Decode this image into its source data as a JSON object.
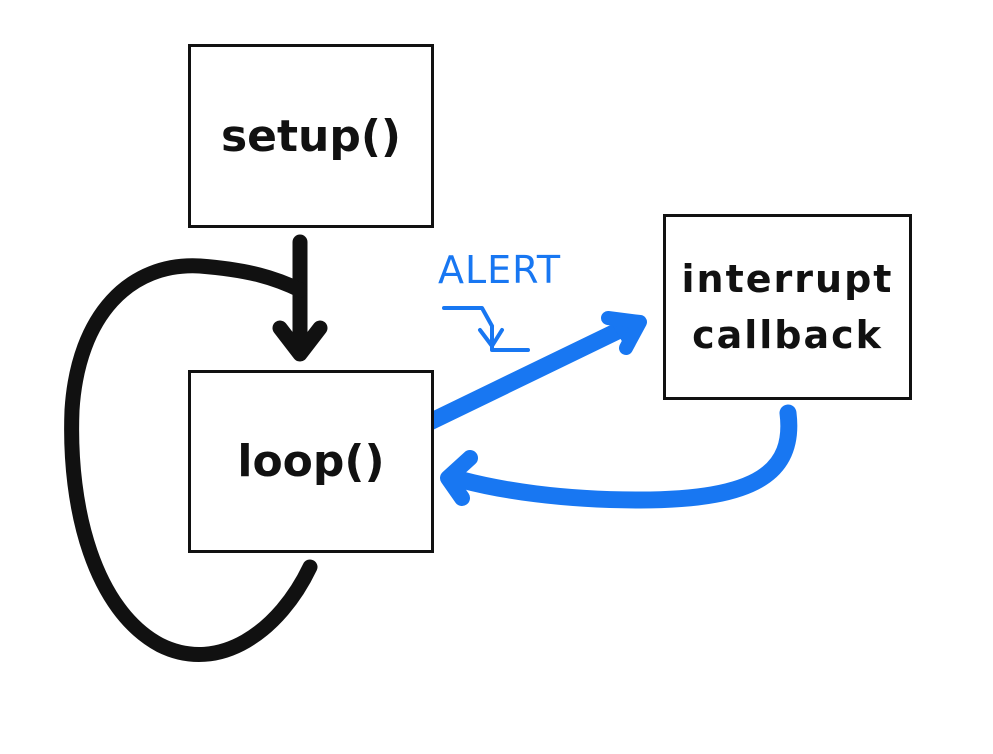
{
  "colors": {
    "ink": "#111111",
    "accent": "#1877F2",
    "background": "#ffffff"
  },
  "nodes": {
    "setup": {
      "label": "setup()"
    },
    "loop": {
      "label": "loop()"
    },
    "interrupt": {
      "lines": [
        "interrupt",
        "callback"
      ]
    }
  },
  "annotations": {
    "alert": "ALERT"
  },
  "edges": [
    {
      "from": "setup",
      "to": "loop",
      "color": "ink"
    },
    {
      "from": "loop",
      "to": "loop",
      "color": "ink"
    },
    {
      "from": "loop",
      "to": "interrupt",
      "color": "accent",
      "label": "ALERT"
    },
    {
      "from": "interrupt",
      "to": "loop",
      "color": "accent"
    }
  ]
}
